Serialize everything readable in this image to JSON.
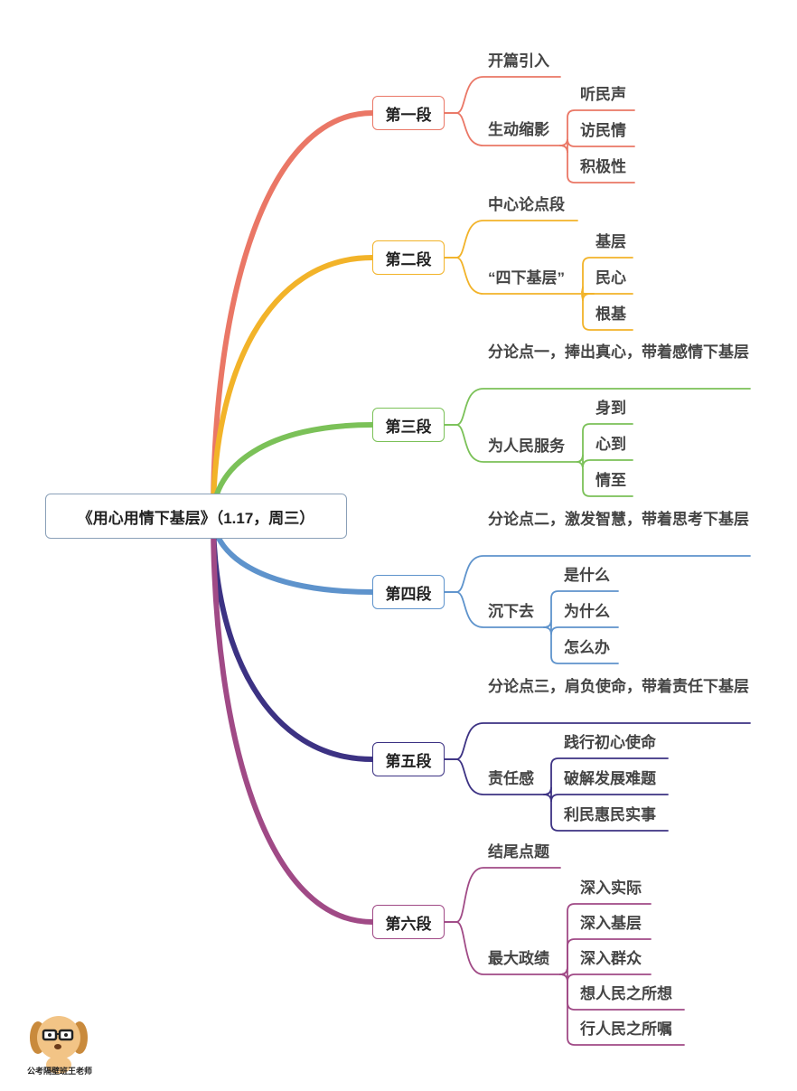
{
  "root": {
    "title": "《用心用情下基层》（1.17，周三）"
  },
  "sections": [
    {
      "label": "第一段",
      "color": "#ea7766",
      "children": [
        {
          "label": "开篇引入"
        },
        {
          "label": "生动缩影",
          "children": [
            "听民声",
            "访民情",
            "积极性"
          ]
        }
      ]
    },
    {
      "label": "第二段",
      "color": "#f2b329",
      "children": [
        {
          "label": "中心论点段"
        },
        {
          "label": "“四下基层”",
          "children": [
            "基层",
            "民心",
            "根基"
          ]
        }
      ]
    },
    {
      "label": "第三段",
      "color": "#7bc158",
      "children": [
        {
          "label": "分论点一，捧出真心，带着感情下基层"
        },
        {
          "label": "为人民服务",
          "children": [
            "身到",
            "心到",
            "情至"
          ]
        }
      ]
    },
    {
      "label": "第四段",
      "color": "#5e93cc",
      "children": [
        {
          "label": "分论点二，激发智慧，带着思考下基层"
        },
        {
          "label": "沉下去",
          "children": [
            "是什么",
            "为什么",
            "怎么办"
          ]
        }
      ]
    },
    {
      "label": "第五段",
      "color": "#3c3283",
      "children": [
        {
          "label": "分论点三，肩负使命，带着责任下基层"
        },
        {
          "label": "责任感",
          "children": [
            "践行初心使命",
            "破解发展难题",
            "利民惠民实事"
          ]
        }
      ]
    },
    {
      "label": "第六段",
      "color": "#a04a86",
      "children": [
        {
          "label": "结尾点题"
        },
        {
          "label": "最大政绩",
          "children": [
            "深入实际",
            "深入基层",
            "深入群众",
            "想人民之所想",
            "行人民之所嘱"
          ]
        }
      ]
    }
  ],
  "watermark": {
    "text": "公考隔壁班王老师",
    "icon": "dog-teacher-avatar-icon"
  }
}
